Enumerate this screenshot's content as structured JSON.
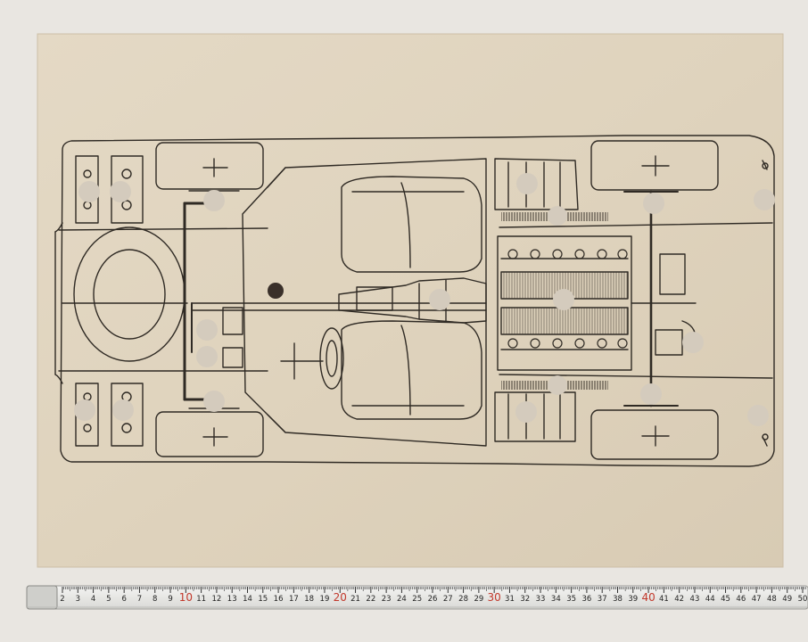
{
  "ruler": {
    "ticks": [
      "2",
      "3",
      "4",
      "5",
      "6",
      "7",
      "8",
      "9",
      "10",
      "11",
      "12",
      "13",
      "14",
      "15",
      "16",
      "17",
      "18",
      "19",
      "20",
      "21",
      "22",
      "23",
      "24",
      "25",
      "26",
      "27",
      "28",
      "29",
      "30",
      "31",
      "32",
      "33",
      "34",
      "35",
      "36",
      "37",
      "38",
      "39",
      "40",
      "41",
      "42",
      "43",
      "44",
      "45",
      "46",
      "47",
      "48",
      "49",
      "50"
    ],
    "major_ticks": [
      "10",
      "20",
      "30",
      "40"
    ],
    "major_color": "#c2382b"
  },
  "colors": {
    "wall": "#e9e6e1",
    "paper": "#e0d5c0",
    "ink": "#2f2a24",
    "dot": "#d4cbbd",
    "dark_dot": "#3a302a"
  }
}
